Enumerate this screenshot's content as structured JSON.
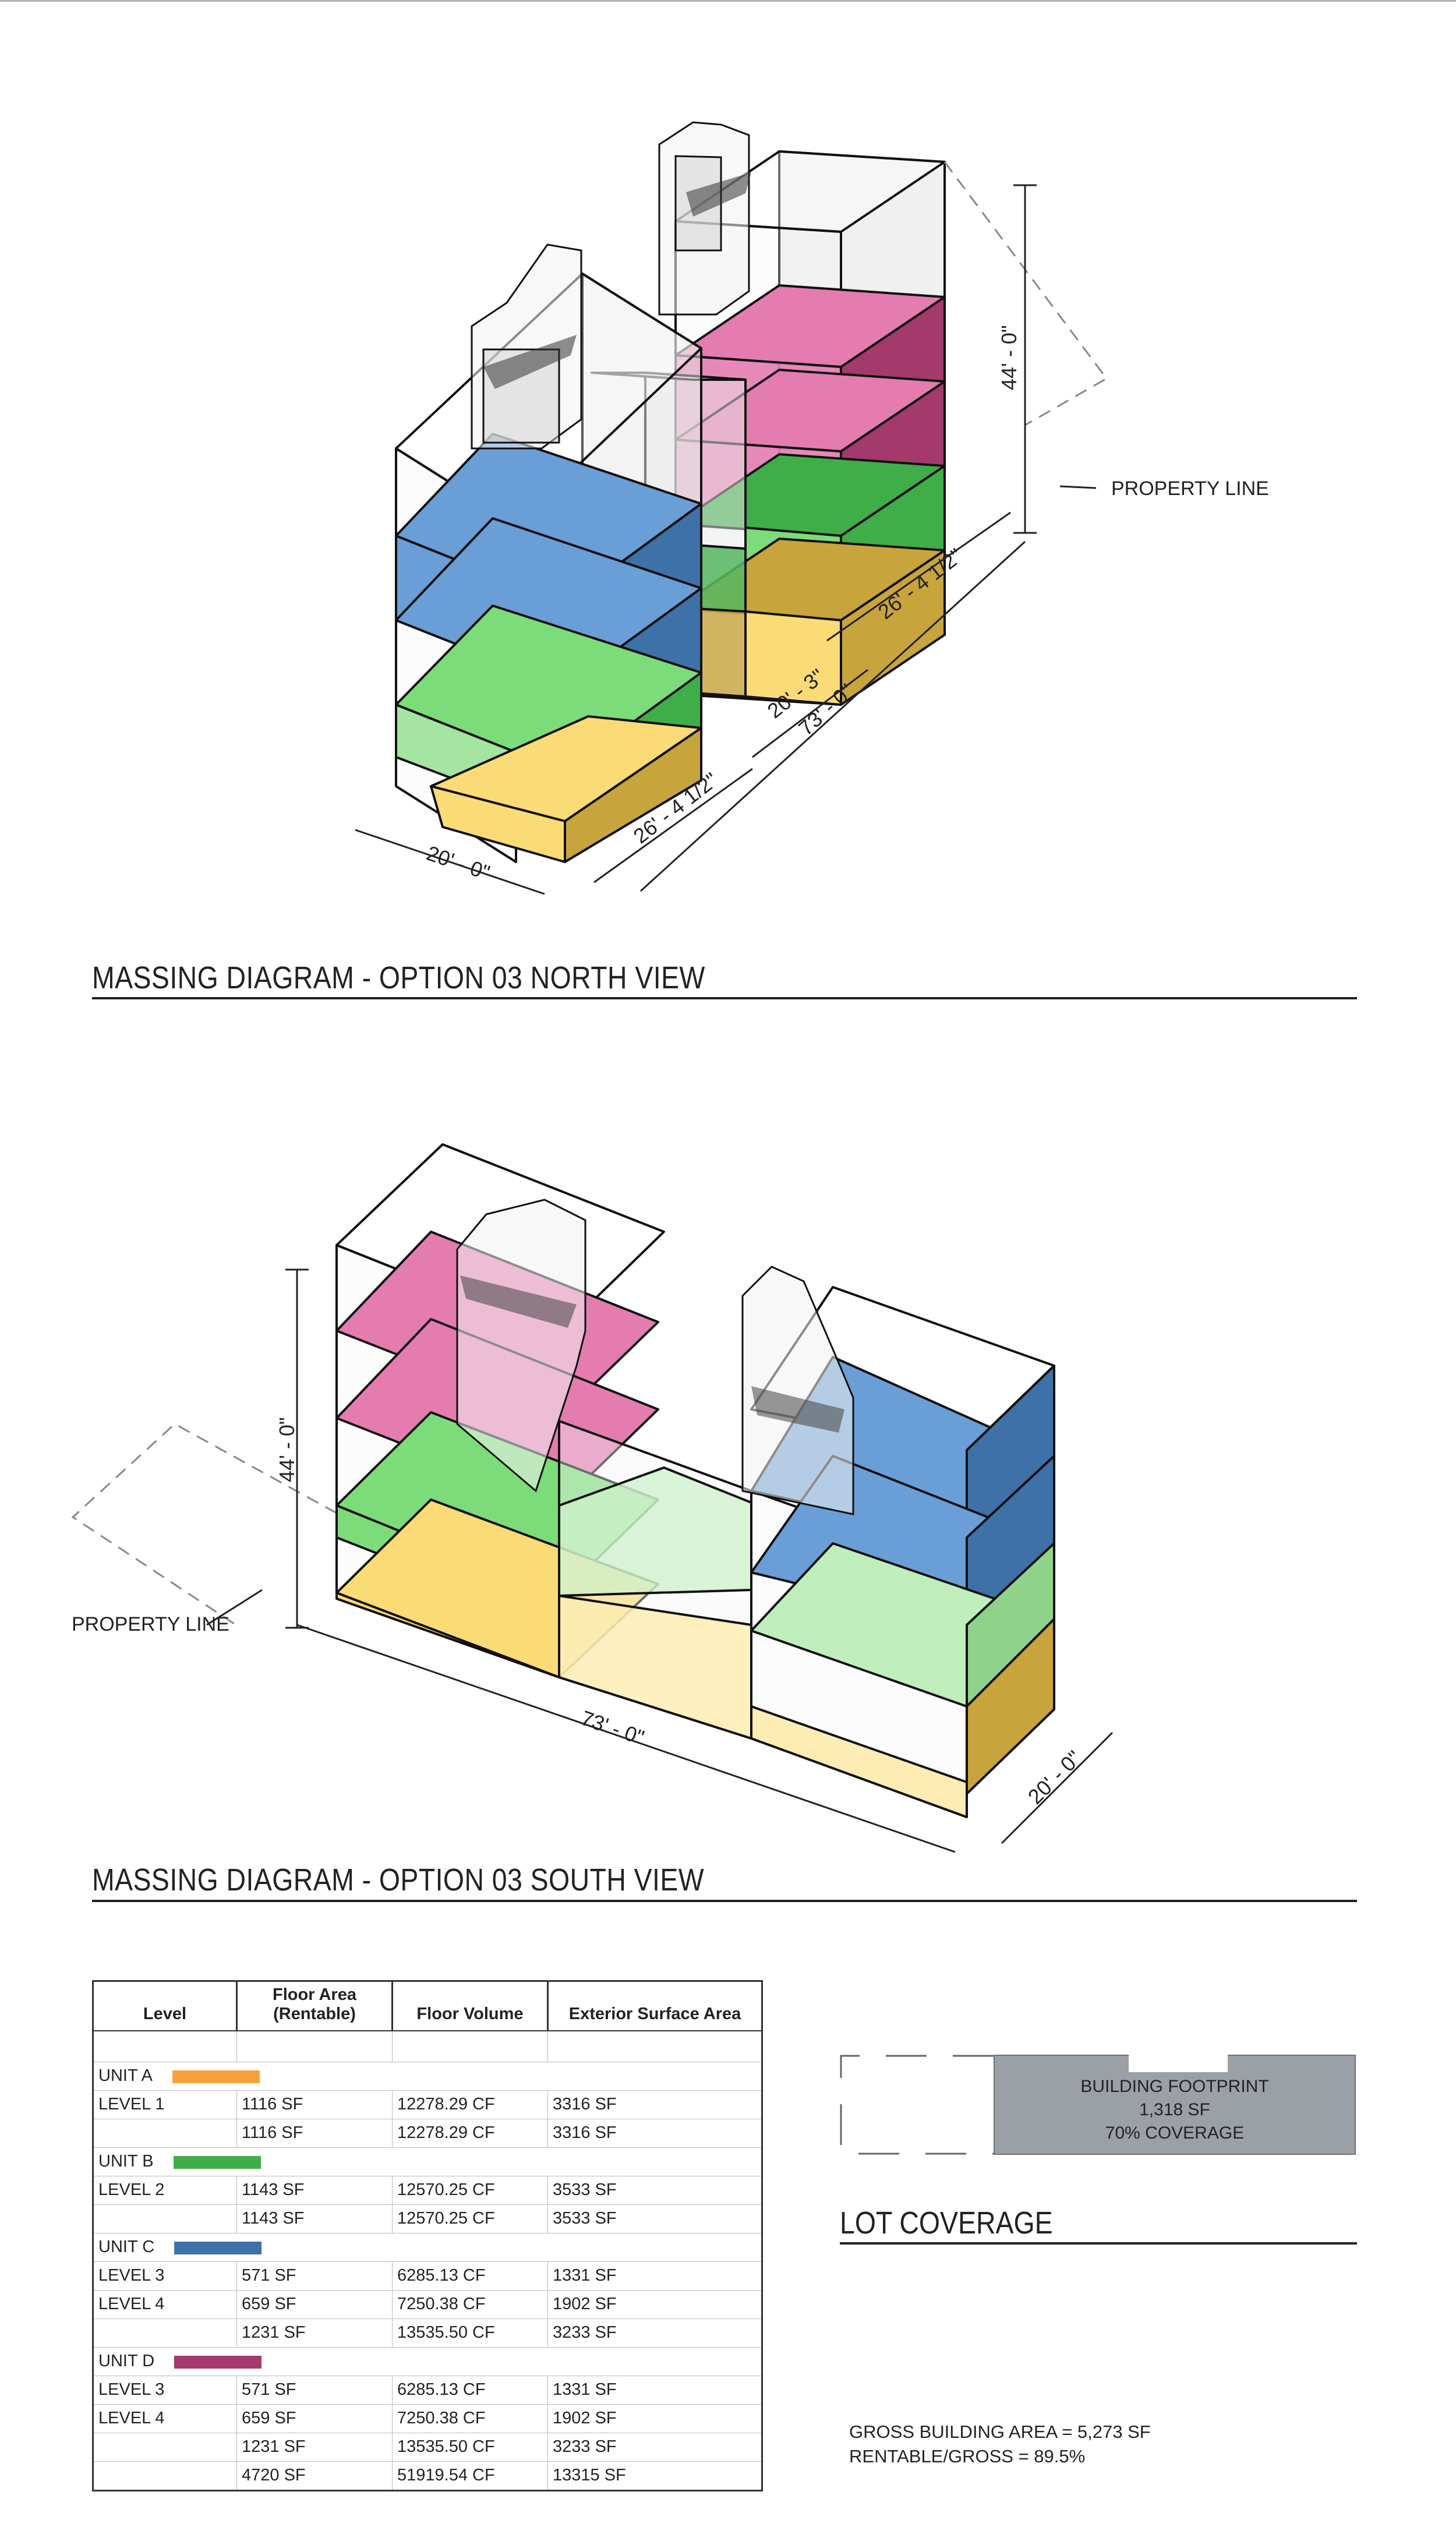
{
  "north_view": {
    "title": "MASSING DIAGRAM - OPTION 03 NORTH VIEW",
    "dims": [
      "44' - 0\"",
      "20' - 0\"",
      "26' - 4 1/2\"",
      "20' - 3\"",
      "73' - 0\"",
      "26' - 4 1/2\""
    ],
    "property_line": "PROPERTY LINE"
  },
  "south_view": {
    "title": "MASSING DIAGRAM - OPTION 03 SOUTH VIEW",
    "dims": [
      "44' - 0\"",
      "73' - 0\"",
      "20' - 0\""
    ],
    "property_line": "PROPERTY LINE"
  },
  "colors": {
    "unit_a": "#f7a13b",
    "unit_b": "#3fae49",
    "unit_c": "#3e71a8",
    "unit_d": "#a33a6b",
    "level1": "#fbdb76",
    "level2": "#7ddc7a",
    "level3": "#6a9ed6",
    "level4": "#e47cb0",
    "footprint": "#9aa0a6"
  },
  "table": {
    "headers": [
      "Level",
      "Floor Area\n(Rentable)",
      "Floor Volume",
      "Exterior Surface Area"
    ],
    "unit_a": {
      "label": "UNIT A",
      "rows": [
        [
          "LEVEL 1",
          "1116 SF",
          "12278.29 CF",
          "3316 SF"
        ],
        [
          "",
          "1116 SF",
          "12278.29 CF",
          "3316 SF"
        ]
      ]
    },
    "unit_b": {
      "label": "UNIT B",
      "rows": [
        [
          "LEVEL 2",
          "1143 SF",
          "12570.25 CF",
          "3533 SF"
        ],
        [
          "",
          "1143 SF",
          "12570.25 CF",
          "3533 SF"
        ]
      ]
    },
    "unit_c": {
      "label": "UNIT C",
      "rows": [
        [
          "LEVEL 3",
          "571 SF",
          "6285.13 CF",
          "1331 SF"
        ],
        [
          "LEVEL 4",
          "659 SF",
          "7250.38 CF",
          "1902 SF"
        ],
        [
          "",
          "1231 SF",
          "13535.50 CF",
          "3233 SF"
        ]
      ]
    },
    "unit_d": {
      "label": "UNIT D",
      "rows": [
        [
          "LEVEL 3",
          "571 SF",
          "6285.13 CF",
          "1331 SF"
        ],
        [
          "LEVEL 4",
          "659 SF",
          "7250.38 CF",
          "1902 SF"
        ],
        [
          "",
          "1231 SF",
          "13535.50 CF",
          "3233 SF"
        ]
      ]
    },
    "total": [
      "",
      "4720 SF",
      "51919.54 CF",
      "13315 SF"
    ]
  },
  "lot": {
    "title": "LOT COVERAGE",
    "footprint_lines": [
      "BUILDING FOOTPRINT",
      "1,318 SF",
      "70% COVERAGE"
    ]
  },
  "gross": [
    "GROSS BUILDING AREA = 5,273 SF",
    "RENTABLE/GROSS = 89.5%"
  ]
}
